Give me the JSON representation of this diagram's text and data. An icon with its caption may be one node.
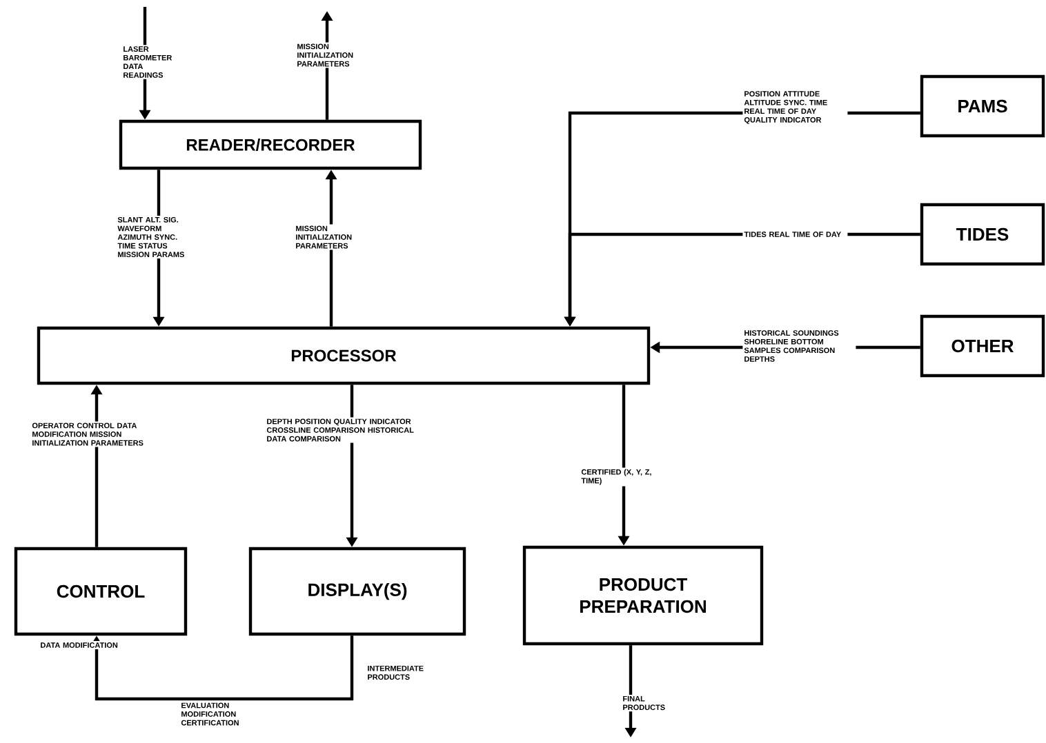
{
  "diagram": {
    "nodes": [
      {
        "text": [
          "READER/RECORDER"
        ]
      },
      {
        "text": [
          "PROCESSOR"
        ]
      },
      {
        "text": [
          "PAMS"
        ]
      },
      {
        "text": [
          "TIDES"
        ]
      },
      {
        "text": [
          "OTHER"
        ]
      },
      {
        "text": [
          "CONTROL"
        ]
      },
      {
        "text": [
          "DISPLAY(S)"
        ]
      },
      {
        "text": [
          "PRODUCT PREPARATION"
        ]
      }
    ],
    "edges": [
      {
        "from": null,
        "to": 0,
        "arrow": "to",
        "label": "LASER BAROMETER DATA READINGS"
      },
      {
        "from": 0,
        "to": null,
        "arrow": "to",
        "label": "MISSION INITIALIZATION PARAMETERS"
      },
      {
        "from": 0,
        "to": 1,
        "arrow": "to",
        "label": "SLANT ALT. SIG. WAVEFORM AZIMUTH SYNC. TIME STATUS MISSION PARAMS"
      },
      {
        "from": 1,
        "to": 0,
        "arrow": "to",
        "label": "MISSION INITIALIZATION PARAMETERS"
      },
      {
        "from": 2,
        "to": 1,
        "arrow": "to",
        "label": "POSITION ATTITUDE ALTITUDE SYNC. TIME REAL TIME OF DAY QUALITY INDICATOR"
      },
      {
        "from": 3,
        "to": 1,
        "arrow": "to",
        "label": "TIDES REAL TIME OF DAY"
      },
      {
        "from": 4,
        "to": 1,
        "arrow": "to",
        "label": "HISTORICAL SOUNDINGS SHORELINE BOTTOM SAMPLES COMPARISON DEPTHS"
      },
      {
        "from": 5,
        "to": 1,
        "arrow": "to",
        "label": "OPERATOR CONTROL DATA MODIFICATION MISSION INITIALIZATION PARAMETERS"
      },
      {
        "from": 1,
        "to": 6,
        "arrow": "to",
        "label": "DEPTH POSITION QUALITY INDICATOR CROSSLINE COMPARISON HISTORICAL DATA COMPARISON"
      },
      {
        "from": 1,
        "to": 7,
        "arrow": "to",
        "label": "CERTIFIED (X, Y, Z, TIME)"
      },
      {
        "from": 7,
        "to": null,
        "arrow": "to",
        "label": "FINAL PRODUCTS"
      },
      {
        "from": 6,
        "to": 5,
        "arrow": "to",
        "label": "EVALUATION MODIFICATION CERTIFICATION"
      }
    ],
    "labels": [
      "DATA MODIFICATION",
      "INTERMEDIATE PRODUCTS"
    ]
  }
}
